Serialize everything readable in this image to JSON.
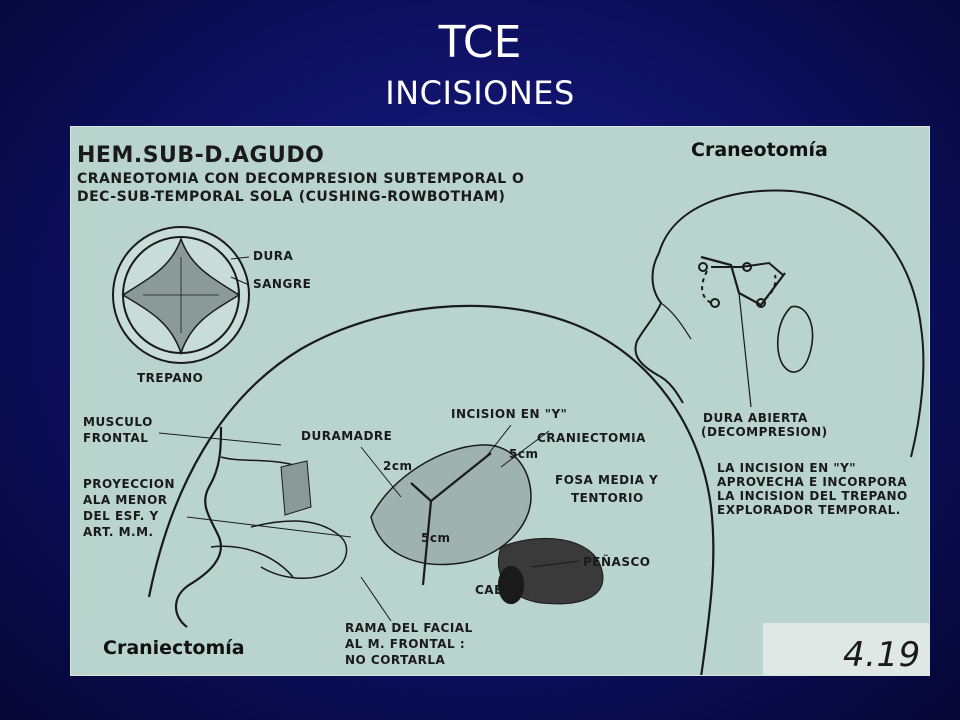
{
  "slide": {
    "title": "TCE",
    "subtitle": "INCISIONES"
  },
  "captions": {
    "top_right": "Craneotomía",
    "bottom_left": "Craniectomía"
  },
  "drawing": {
    "heading": "HEM.SUB-D.AGUDO",
    "line2": "CRANEOTOMIA CON DECOMPRESION SUBTEMPORAL O",
    "line3": "DEC-SUB-TEMPORAL SOLA (CUSHING-ROWBOTHAM)",
    "labels": {
      "dura": "DURA",
      "sangre": "SANGRE",
      "trepano": "TREPANO",
      "musculo_1": "MUSCULO",
      "musculo_2": "FRONTAL",
      "proy_1": "PROYECCION",
      "proy_2": "ALA MENOR",
      "proy_3": "DEL ESF. Y",
      "proy_4": "ART. M.M.",
      "duramadre": "DURAMADRE",
      "incision_y": "INCISION EN \"Y\"",
      "craniectomia": "CRANIECTOMIA",
      "m2cm": "2cm",
      "m5cm_a": "5cm",
      "m5cm_b": "5cm",
      "fosa_1": "FOSA MEDIA Y",
      "fosa_2": "TENTORIO",
      "penasco": "PEÑASCO",
      "cae": "CAE",
      "rama_1": "RAMA DEL FACIAL",
      "rama_2": "AL M. FRONTAL :",
      "rama_3": "NO CORTARLA",
      "dura_ab_1": "DURA ABIERTA",
      "dura_ab_2": "(DECOMPRESION)",
      "note_1": "LA INCISION EN \"Y\"",
      "note_2": "APROVECHA E INCORPORA",
      "note_3": "LA INCISION DEL TREPANO",
      "note_4": "EXPLORADOR TEMPORAL.",
      "page_num": "4.19"
    }
  },
  "colors": {
    "panel_bg": "#b9d4cd",
    "ink": "#1a1a1a",
    "slide_bg": "#0d1060"
  }
}
